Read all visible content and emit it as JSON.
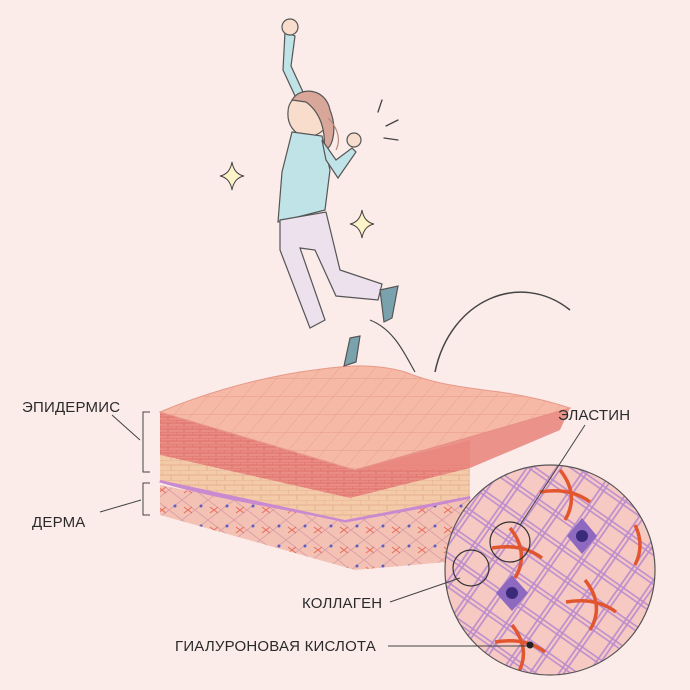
{
  "labels": {
    "epidermis": "ЭПИДЕРМИС",
    "dermis": "ДЕРМА",
    "elastin": "ЭЛАСТИН",
    "collagen": "КОЛЛАГЕН",
    "hyaluronic_acid": "ГИАЛУРОНОВАЯ КИСЛОТА"
  },
  "colors": {
    "background": "#fbecea",
    "skin_top": "#f5b8a4",
    "epidermis_band": "#e8837a",
    "dermis_band": "#f0c7a8",
    "fiber_collagen": "#b48ac9",
    "fiber_elastin": "#e85a3a",
    "cell": "#7a5bb0",
    "shirt": "#bfe3e6"
  },
  "icons": [
    "sparkle-icon",
    "sparkle-icon",
    "motion-lines-icon"
  ]
}
